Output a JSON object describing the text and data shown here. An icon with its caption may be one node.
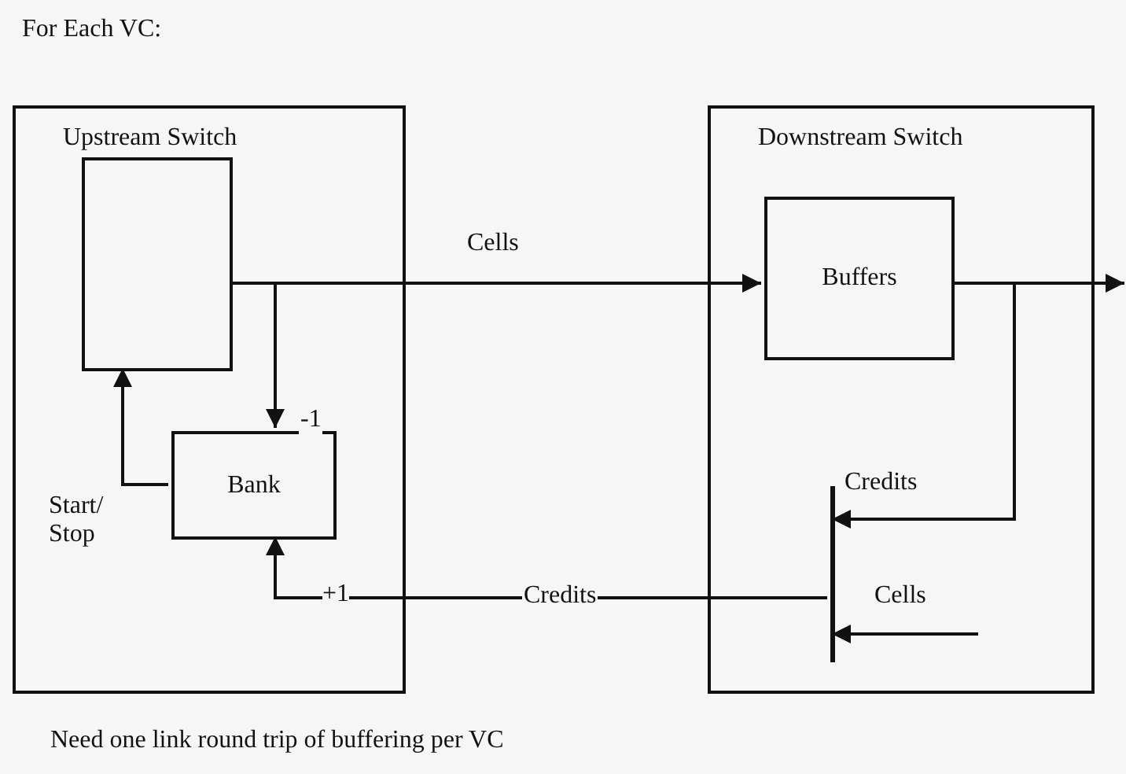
{
  "diagram": {
    "title": "For Each VC:",
    "caption": "Need one link round trip of buffering per VC",
    "nodes": [
      {
        "text": [
          "Upstream Switch"
        ]
      },
      {
        "text": [],
        "shape": "box",
        "in": 0
      },
      {
        "text": [
          "Bank"
        ],
        "in": 0
      },
      {
        "text": [
          "Downstream Switch"
        ]
      },
      {
        "text": [
          "Buffers"
        ],
        "in": 3
      },
      {
        "text": [],
        "shape": "bar",
        "in": 3
      }
    ],
    "edges": [
      {
        "from": 1,
        "to": 4,
        "arrow": "to",
        "label": "Cells"
      },
      {
        "from": 1,
        "to": 2,
        "arrow": "to",
        "label": "-1"
      },
      {
        "from": 2,
        "to": 1,
        "arrow": "to",
        "label": "Start/ Stop"
      },
      {
        "from": 4,
        "to": null,
        "arrow": "to"
      },
      {
        "from": 4,
        "to": 5,
        "arrow": "to",
        "label": "Credits"
      },
      {
        "from": null,
        "to": 5,
        "arrow": "to",
        "label": "Cells"
      },
      {
        "from": 5,
        "to": 2,
        "arrow": "to",
        "label": "Credits"
      }
    ],
    "labels": [
      "+1"
    ]
  }
}
